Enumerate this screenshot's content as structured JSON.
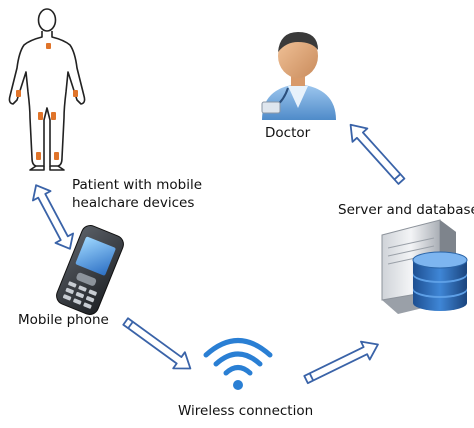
{
  "labels": {
    "patient_line1": "Patient with mobile",
    "patient_line2": "healchare devices",
    "doctor": "Doctor",
    "server": "Server and database",
    "mobile": "Mobile phone",
    "wireless": "Wireless connection"
  },
  "colors": {
    "arrow_stroke": "#3a63a8",
    "sensor": "#e0742a",
    "wifi": "#2a7fd4"
  },
  "icons": [
    "patient-body-icon",
    "doctor-icon",
    "server-database-icon",
    "mobile-phone-icon",
    "wifi-icon"
  ]
}
